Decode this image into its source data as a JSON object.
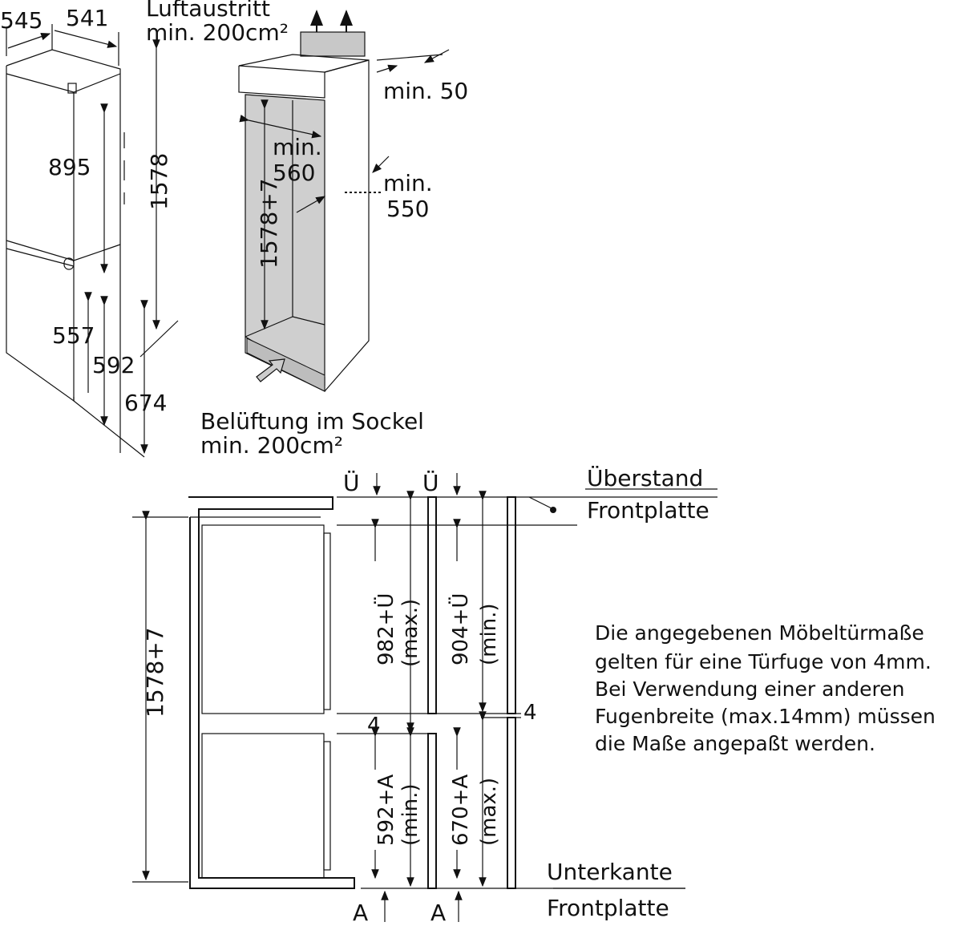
{
  "top_left": {
    "depth_545": "545",
    "width_541": "541",
    "height_895": "895",
    "height_1578": "1578",
    "height_557": "557",
    "height_592": "592",
    "height_674": "674"
  },
  "top_right": {
    "air_outlet_label": "Luftaustritt",
    "air_outlet_area": "min. 200cm²",
    "gap_min_50": "min. 50",
    "width_min_label": "min.",
    "width_min_value": "560",
    "depth_min_label": "min.",
    "depth_min_value": "550",
    "niche_height": "1578+7",
    "ventilation_label": "Belüftung im Sockel",
    "ventilation_area": "min. 200cm²"
  },
  "bottom": {
    "u_left": "Ü",
    "u_right": "Ü",
    "overhang_label": "Überstand",
    "overhang_sub": "Frontplatte",
    "niche_height": "1578+7",
    "upper_max": "982+Ü",
    "upper_max_note": "(max.)",
    "upper_min": "904+Ü",
    "upper_min_note": "(min.)",
    "gap_left": "4",
    "gap_right": "4",
    "lower_min": "592+A",
    "lower_min_note": "(min.)",
    "lower_max": "670+A",
    "lower_max_note": "(max.)",
    "bottom_edge_label": "Unterkante",
    "bottom_edge_sub": "Frontplatte",
    "a_left": "A",
    "a_right": "A"
  },
  "note_lines": [
    "Die angegebenen Möbeltürmaße",
    "gelten für eine Türfuge von 4mm.",
    "Bei Verwendung einer anderen",
    "Fugenbreite (max.14mm) müssen",
    "die Maße angepaßt werden."
  ]
}
